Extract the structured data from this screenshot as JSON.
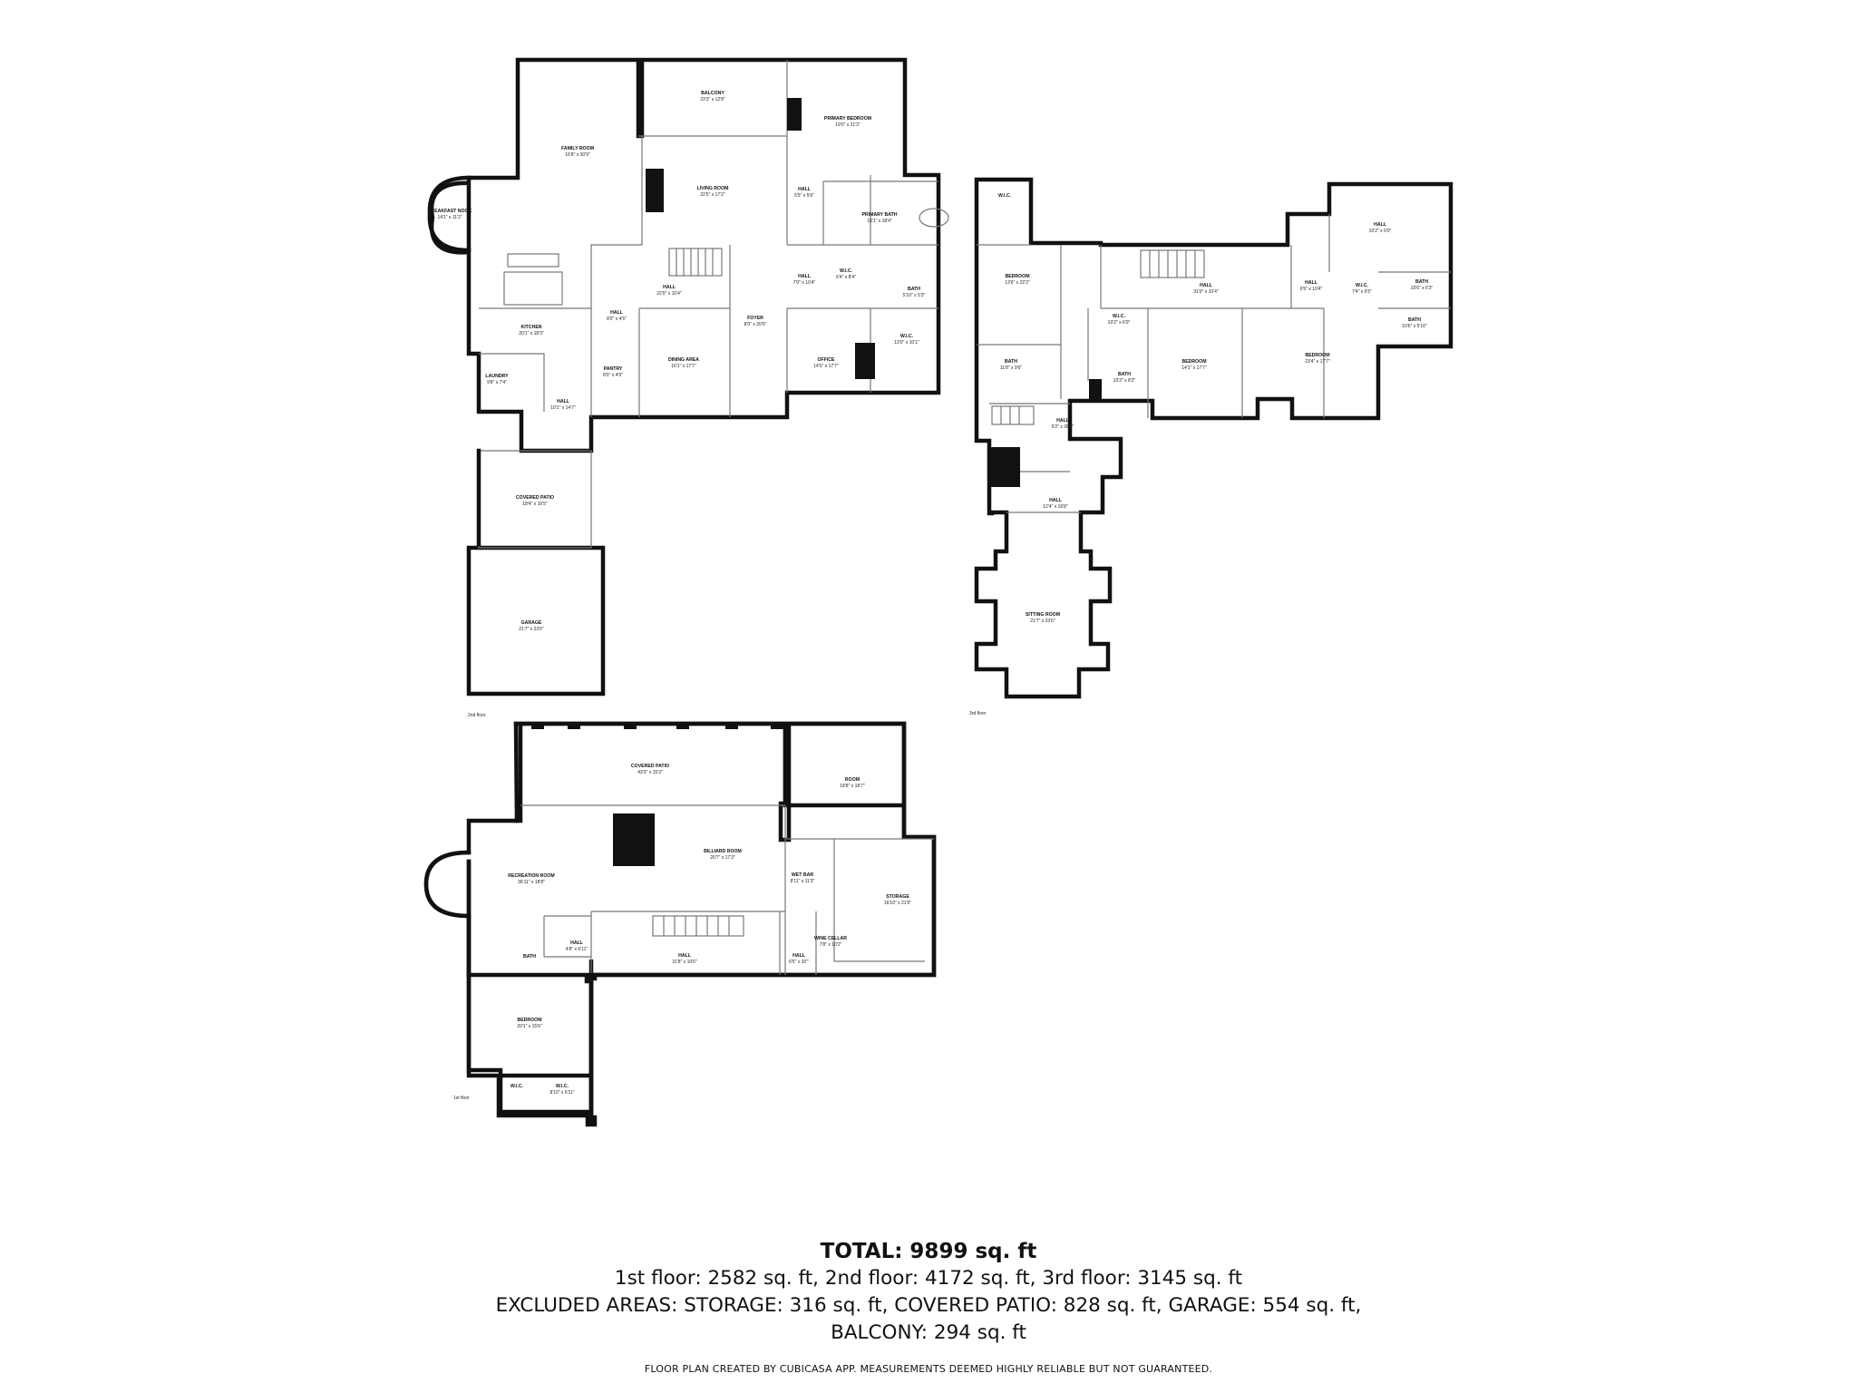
{
  "summary": {
    "total": "TOTAL: 9899 sq. ft",
    "floors": "1st floor: 2582 sq. ft, 2nd floor: 4172 sq. ft, 3rd floor: 3145 sq. ft",
    "excluded_1": "EXCLUDED AREAS: STORAGE: 316 sq. ft, COVERED PATIO: 828 sq. ft, GARAGE: 554 sq. ft,",
    "excluded_2": "BALCONY: 294 sq. ft",
    "credit": "FLOOR PLAN CREATED BY CUBICASA APP. MEASUREMENTS DEEMED HIGHLY RELIABLE BUT NOT GUARANTEED."
  },
  "floor_tags": {
    "second": "2nd floor",
    "third": "3rd floor",
    "first": "1st floor"
  },
  "rooms": {
    "second": [
      {
        "name": "FAMILY ROOM",
        "dim": "16'8\" x 30'9\""
      },
      {
        "name": "BALCONY",
        "dim": "23'3\" x 12'8\""
      },
      {
        "name": "PRIMARY BEDROOM",
        "dim": "19'0\" x 21'3\""
      },
      {
        "name": "BREAKFAST NOOK",
        "dim": "14'1\" x 11'2\""
      },
      {
        "name": "LIVING ROOM",
        "dim": "22'5\" x 17'2\""
      },
      {
        "name": "HALL",
        "dim": "5'5\" x 5'6\""
      },
      {
        "name": "PRIMARY BATH",
        "dim": "18'1\" x 18'4\""
      },
      {
        "name": "HALL",
        "dim": "22'0\" x 10'4\""
      },
      {
        "name": "FOYER",
        "dim": "8'0\" x 20'0\""
      },
      {
        "name": "HALL",
        "dim": "7'0\" x 10'4\""
      },
      {
        "name": "W.I.C.",
        "dim": "6'4\" x 8'4\""
      },
      {
        "name": "BATH",
        "dim": "5'10\" x 5'3\""
      },
      {
        "name": "KITCHEN",
        "dim": "20'1\" x 18'3\""
      },
      {
        "name": "HALL",
        "dim": "8'0\" x 4'5\""
      },
      {
        "name": "DINING AREA",
        "dim": "16'1\" x 17'7\""
      },
      {
        "name": "OFFICE",
        "dim": "14'0\" x 17'7\""
      },
      {
        "name": "W.I.C.",
        "dim": "13'0\" x 10'1\""
      },
      {
        "name": "PANTRY",
        "dim": "8'0\" x 4'9\""
      },
      {
        "name": "LAUNDRY",
        "dim": "9'8\" x 7'4\""
      },
      {
        "name": "HALL",
        "dim": "10'1\" x 14'7\""
      },
      {
        "name": "COVERED PATIO",
        "dim": "18'4\" x 16'5\""
      },
      {
        "name": "GARAGE",
        "dim": "21'7\" x 23'6\""
      }
    ],
    "third": [
      {
        "name": "W.I.C.",
        "dim": ""
      },
      {
        "name": "HALL",
        "dim": "10'2\" x 9'0\""
      },
      {
        "name": "BEDROOM",
        "dim": "13'6\" x 22'2\""
      },
      {
        "name": "HALL",
        "dim": "31'0\" x 10'4\""
      },
      {
        "name": "HALL",
        "dim": "6'5\" x 10'4\""
      },
      {
        "name": "W.I.C.",
        "dim": "7'4\" x 6'5\""
      },
      {
        "name": "BATH",
        "dim": "10'6\" x 6'3\""
      },
      {
        "name": "W.I.C.",
        "dim": "10'2\" x 6'0\""
      },
      {
        "name": "BATH",
        "dim": "10'6\" x 5'10\""
      },
      {
        "name": "BEDROOM",
        "dim": "14'1\" x 17'7\""
      },
      {
        "name": "BEDROOM",
        "dim": "23'4\" x 17'7\""
      },
      {
        "name": "BATH",
        "dim": "11'8\" x 9'6\""
      },
      {
        "name": "BATH",
        "dim": "10'2\" x 8'2\""
      },
      {
        "name": "HALL",
        "dim": "9'2\" x 28'8\""
      },
      {
        "name": "HALL",
        "dim": "12'4\" x 16'8\""
      },
      {
        "name": "SITTING ROOM",
        "dim": "21'7\" x 23'6\""
      }
    ],
    "first": [
      {
        "name": "COVERED PATIO",
        "dim": "43'3\" x 15'3\""
      },
      {
        "name": "ROOM",
        "dim": "18'8\" x 18'7\""
      },
      {
        "name": "BILLIARD ROOM",
        "dim": "20'7\" x 17'3\""
      },
      {
        "name": "RECREATION ROOM",
        "dim": "36'11\" x 18'8\""
      },
      {
        "name": "WET BAR",
        "dim": "8'11\" x 11'3\""
      },
      {
        "name": "STORAGE",
        "dim": "16'10\" x 21'9\""
      },
      {
        "name": "HALL",
        "dim": "4'8\" x 6'11\""
      },
      {
        "name": "BATH",
        "dim": ""
      },
      {
        "name": "HALL",
        "dim": "31'8\" x 10'6\""
      },
      {
        "name": "HALL",
        "dim": "6'5\" x 10'\""
      },
      {
        "name": "WINE CELLAR",
        "dim": "7'8\" x 10'2\""
      },
      {
        "name": "BEDROOM",
        "dim": "20'1\" x 15'6\""
      },
      {
        "name": "W.I.C.",
        "dim": ""
      },
      {
        "name": "W.I.C.",
        "dim": "8'10\" x 6'11\""
      }
    ]
  }
}
